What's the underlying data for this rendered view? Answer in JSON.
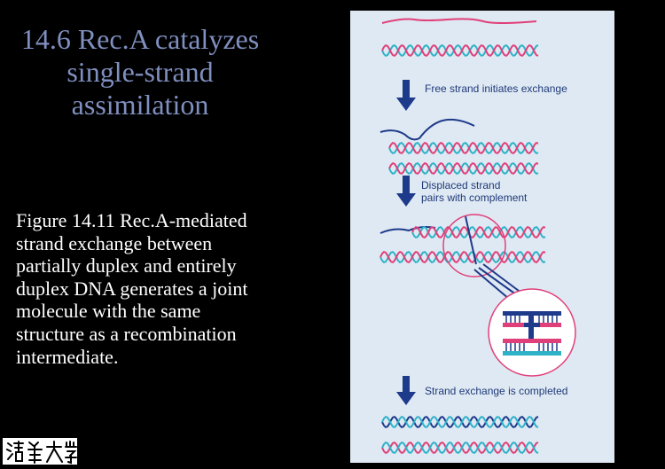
{
  "slide": {
    "title": "14.6 Rec.A catalyzes single-strand assimilation",
    "caption": "Figure 14.11 Rec.A-mediated strand exchange between partially duplex and entirely duplex DNA generates a joint molecule with the same structure as a recombination intermediate.",
    "background_color": "#000000",
    "title_color": "#7f8fbf",
    "caption_color": "#ffffff",
    "logo_icon": "university-seal-icon"
  },
  "figure": {
    "panel_color": "#dfe9f3",
    "strand_colors": {
      "pink": "#e0407a",
      "cyan": "#2eb2c8",
      "navy": "#1e3a8a"
    },
    "steps": [
      {
        "label": "Free strand initiates exchange"
      },
      {
        "label_line1": "Displaced strand",
        "label_line2": "pairs with complement"
      },
      {
        "label": "Strand exchange is completed"
      }
    ],
    "icons": [
      "down-arrow-icon",
      "magnifier-circle-icon",
      "zoom-circle-icon"
    ]
  }
}
